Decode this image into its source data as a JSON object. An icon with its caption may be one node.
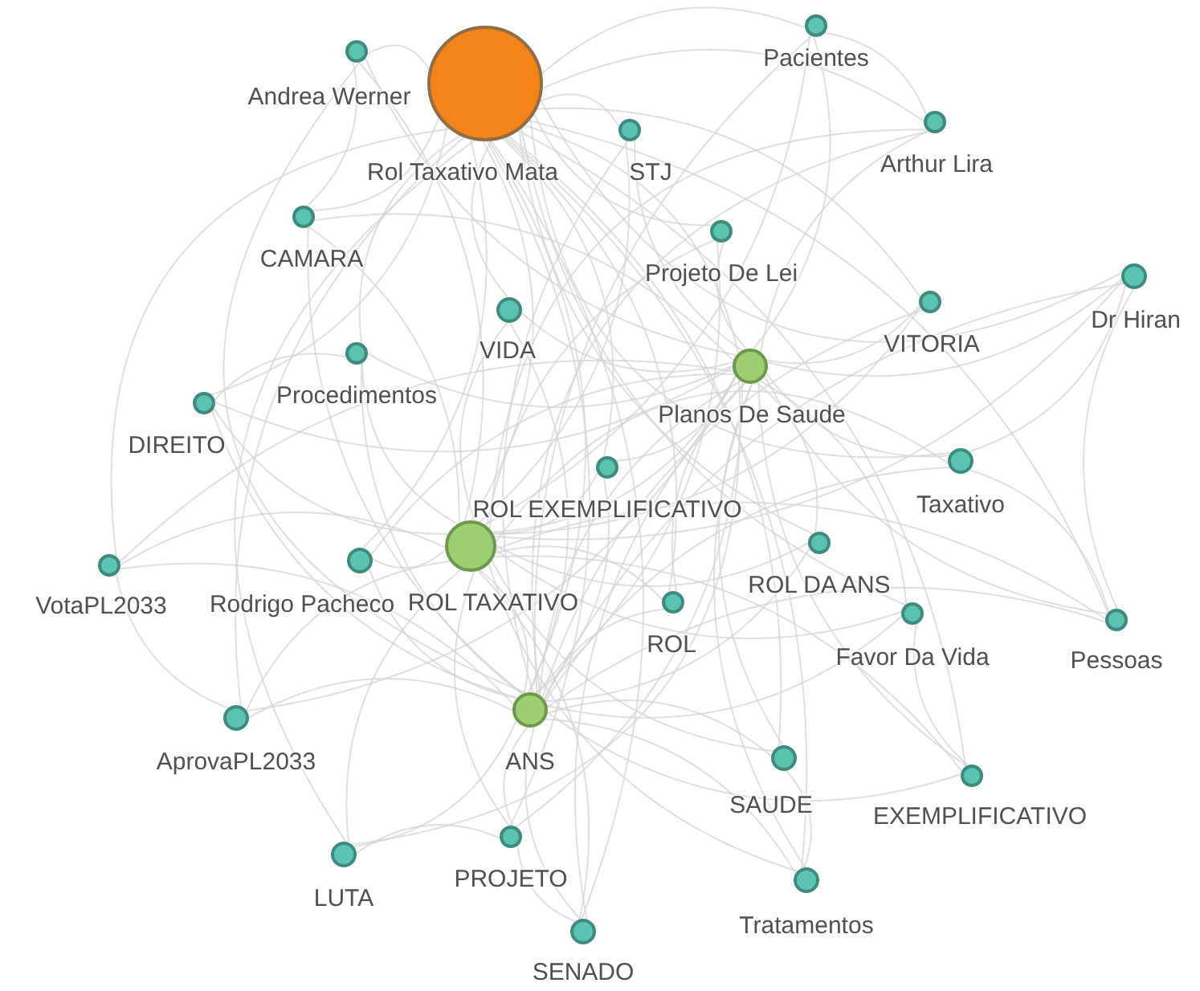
{
  "diagram": {
    "nodes": [
      {
        "text": [
          "Pacientes"
        ]
      },
      {
        "text": [
          "Andrea Werner"
        ]
      },
      {
        "text": [
          "Rol Taxativo Mata"
        ]
      },
      {
        "text": [
          "STJ"
        ]
      },
      {
        "text": [
          "Arthur Lira"
        ]
      },
      {
        "text": [
          "CAMARA"
        ]
      },
      {
        "text": [
          "Projeto De Lei"
        ]
      },
      {
        "text": [
          "Dr Hiran"
        ]
      },
      {
        "text": [
          "VIDA"
        ]
      },
      {
        "text": [
          "VITORIA"
        ]
      },
      {
        "text": [
          "Procedimentos"
        ]
      },
      {
        "text": [
          "Planos De Saude"
        ]
      },
      {
        "text": [
          "DIREITO"
        ]
      },
      {
        "text": [
          "ROL EXEMPLIFICATIVO"
        ]
      },
      {
        "text": [
          "Taxativo"
        ]
      },
      {
        "text": [
          "ROL TAXATIVO"
        ]
      },
      {
        "text": [
          "VotaPL2033"
        ]
      },
      {
        "text": [
          "Rodrigo Pacheco"
        ]
      },
      {
        "text": [
          "ROL DA ANS"
        ]
      },
      {
        "text": [
          "ROL"
        ]
      },
      {
        "text": [
          "Favor Da Vida"
        ]
      },
      {
        "text": [
          "Pessoas"
        ]
      },
      {
        "text": [
          "AprovaPL2033"
        ]
      },
      {
        "text": [
          "ANS"
        ]
      },
      {
        "text": [
          "SAUDE"
        ]
      },
      {
        "text": [
          "EXEMPLIFICATIVO"
        ]
      },
      {
        "text": [
          "LUTA"
        ]
      },
      {
        "text": [
          "PROJETO"
        ]
      },
      {
        "text": [
          "Tratamentos"
        ]
      },
      {
        "text": [
          "SENADO"
        ]
      }
    ],
    "edges": [
      {
        "from": 2,
        "to": 0,
        "arrow": "none"
      },
      {
        "from": 2,
        "to": 1,
        "arrow": "none"
      },
      {
        "from": 2,
        "to": 3,
        "arrow": "none"
      },
      {
        "from": 2,
        "to": 4,
        "arrow": "none"
      },
      {
        "from": 2,
        "to": 5,
        "arrow": "none"
      },
      {
        "from": 2,
        "to": 6,
        "arrow": "none"
      },
      {
        "from": 2,
        "to": 7,
        "arrow": "none"
      },
      {
        "from": 2,
        "to": 8,
        "arrow": "none"
      },
      {
        "from": 2,
        "to": 9,
        "arrow": "none"
      },
      {
        "from": 2,
        "to": 10,
        "arrow": "none"
      },
      {
        "from": 2,
        "to": 11,
        "arrow": "none"
      },
      {
        "from": 2,
        "to": 12,
        "arrow": "none"
      },
      {
        "from": 2,
        "to": 13,
        "arrow": "none"
      },
      {
        "from": 2,
        "to": 14,
        "arrow": "none"
      },
      {
        "from": 2,
        "to": 15,
        "arrow": "none"
      },
      {
        "from": 2,
        "to": 16,
        "arrow": "none"
      },
      {
        "from": 2,
        "to": 17,
        "arrow": "none"
      },
      {
        "from": 2,
        "to": 18,
        "arrow": "none"
      },
      {
        "from": 2,
        "to": 19,
        "arrow": "none"
      },
      {
        "from": 2,
        "to": 20,
        "arrow": "none"
      },
      {
        "from": 2,
        "to": 21,
        "arrow": "none"
      },
      {
        "from": 2,
        "to": 22,
        "arrow": "none"
      },
      {
        "from": 2,
        "to": 23,
        "arrow": "none"
      },
      {
        "from": 2,
        "to": 24,
        "arrow": "none"
      },
      {
        "from": 2,
        "to": 25,
        "arrow": "none"
      },
      {
        "from": 2,
        "to": 26,
        "arrow": "none"
      },
      {
        "from": 2,
        "to": 27,
        "arrow": "none"
      },
      {
        "from": 2,
        "to": 28,
        "arrow": "none"
      },
      {
        "from": 2,
        "to": 29,
        "arrow": "none"
      },
      {
        "from": 15,
        "to": 0,
        "arrow": "none"
      },
      {
        "from": 15,
        "to": 1,
        "arrow": "none"
      },
      {
        "from": 15,
        "to": 3,
        "arrow": "none"
      },
      {
        "from": 15,
        "to": 4,
        "arrow": "none"
      },
      {
        "from": 15,
        "to": 5,
        "arrow": "none"
      },
      {
        "from": 15,
        "to": 6,
        "arrow": "none"
      },
      {
        "from": 15,
        "to": 7,
        "arrow": "none"
      },
      {
        "from": 15,
        "to": 8,
        "arrow": "none"
      },
      {
        "from": 15,
        "to": 9,
        "arrow": "none"
      },
      {
        "from": 15,
        "to": 10,
        "arrow": "none"
      },
      {
        "from": 15,
        "to": 11,
        "arrow": "none"
      },
      {
        "from": 15,
        "to": 12,
        "arrow": "none"
      },
      {
        "from": 15,
        "to": 13,
        "arrow": "none"
      },
      {
        "from": 15,
        "to": 14,
        "arrow": "none"
      },
      {
        "from": 15,
        "to": 16,
        "arrow": "none"
      },
      {
        "from": 15,
        "to": 17,
        "arrow": "none"
      },
      {
        "from": 15,
        "to": 18,
        "arrow": "none"
      },
      {
        "from": 15,
        "to": 19,
        "arrow": "none"
      },
      {
        "from": 15,
        "to": 20,
        "arrow": "none"
      },
      {
        "from": 15,
        "to": 21,
        "arrow": "none"
      },
      {
        "from": 15,
        "to": 22,
        "arrow": "none"
      },
      {
        "from": 15,
        "to": 23,
        "arrow": "none"
      },
      {
        "from": 15,
        "to": 24,
        "arrow": "none"
      },
      {
        "from": 15,
        "to": 25,
        "arrow": "none"
      },
      {
        "from": 15,
        "to": 26,
        "arrow": "none"
      },
      {
        "from": 15,
        "to": 27,
        "arrow": "none"
      },
      {
        "from": 15,
        "to": 28,
        "arrow": "none"
      },
      {
        "from": 15,
        "to": 29,
        "arrow": "none"
      },
      {
        "from": 11,
        "to": 0,
        "arrow": "none"
      },
      {
        "from": 11,
        "to": 1,
        "arrow": "none"
      },
      {
        "from": 11,
        "to": 3,
        "arrow": "none"
      },
      {
        "from": 11,
        "to": 4,
        "arrow": "none"
      },
      {
        "from": 11,
        "to": 5,
        "arrow": "none"
      },
      {
        "from": 11,
        "to": 6,
        "arrow": "none"
      },
      {
        "from": 11,
        "to": 7,
        "arrow": "none"
      },
      {
        "from": 11,
        "to": 8,
        "arrow": "none"
      },
      {
        "from": 11,
        "to": 9,
        "arrow": "none"
      },
      {
        "from": 11,
        "to": 10,
        "arrow": "none"
      },
      {
        "from": 11,
        "to": 12,
        "arrow": "none"
      },
      {
        "from": 11,
        "to": 13,
        "arrow": "none"
      },
      {
        "from": 11,
        "to": 14,
        "arrow": "none"
      },
      {
        "from": 11,
        "to": 16,
        "arrow": "none"
      },
      {
        "from": 11,
        "to": 17,
        "arrow": "none"
      },
      {
        "from": 11,
        "to": 18,
        "arrow": "none"
      },
      {
        "from": 11,
        "to": 19,
        "arrow": "none"
      },
      {
        "from": 11,
        "to": 20,
        "arrow": "none"
      },
      {
        "from": 11,
        "to": 21,
        "arrow": "none"
      },
      {
        "from": 11,
        "to": 22,
        "arrow": "none"
      },
      {
        "from": 11,
        "to": 23,
        "arrow": "none"
      },
      {
        "from": 11,
        "to": 24,
        "arrow": "none"
      },
      {
        "from": 11,
        "to": 25,
        "arrow": "none"
      },
      {
        "from": 11,
        "to": 26,
        "arrow": "none"
      },
      {
        "from": 11,
        "to": 27,
        "arrow": "none"
      },
      {
        "from": 11,
        "to": 28,
        "arrow": "none"
      },
      {
        "from": 11,
        "to": 29,
        "arrow": "none"
      },
      {
        "from": 23,
        "to": 0,
        "arrow": "none"
      },
      {
        "from": 23,
        "to": 1,
        "arrow": "none"
      },
      {
        "from": 23,
        "to": 3,
        "arrow": "none"
      },
      {
        "from": 23,
        "to": 4,
        "arrow": "none"
      },
      {
        "from": 23,
        "to": 5,
        "arrow": "none"
      },
      {
        "from": 23,
        "to": 6,
        "arrow": "none"
      },
      {
        "from": 23,
        "to": 7,
        "arrow": "none"
      },
      {
        "from": 23,
        "to": 8,
        "arrow": "none"
      },
      {
        "from": 23,
        "to": 9,
        "arrow": "none"
      },
      {
        "from": 23,
        "to": 10,
        "arrow": "none"
      },
      {
        "from": 23,
        "to": 12,
        "arrow": "none"
      },
      {
        "from": 23,
        "to": 13,
        "arrow": "none"
      },
      {
        "from": 23,
        "to": 14,
        "arrow": "none"
      },
      {
        "from": 23,
        "to": 16,
        "arrow": "none"
      },
      {
        "from": 23,
        "to": 17,
        "arrow": "none"
      },
      {
        "from": 23,
        "to": 18,
        "arrow": "none"
      },
      {
        "from": 23,
        "to": 19,
        "arrow": "none"
      },
      {
        "from": 23,
        "to": 20,
        "arrow": "none"
      },
      {
        "from": 23,
        "to": 21,
        "arrow": "none"
      },
      {
        "from": 23,
        "to": 22,
        "arrow": "none"
      },
      {
        "from": 23,
        "to": 24,
        "arrow": "none"
      },
      {
        "from": 23,
        "to": 25,
        "arrow": "none"
      },
      {
        "from": 23,
        "to": 26,
        "arrow": "none"
      },
      {
        "from": 23,
        "to": 27,
        "arrow": "none"
      },
      {
        "from": 23,
        "to": 28,
        "arrow": "none"
      },
      {
        "from": 23,
        "to": 29,
        "arrow": "none"
      },
      {
        "from": 0,
        "to": 4,
        "arrow": "none"
      },
      {
        "from": 7,
        "to": 21,
        "arrow": "none"
      },
      {
        "from": 14,
        "to": 21,
        "arrow": "none"
      },
      {
        "from": 14,
        "to": 7,
        "arrow": "none"
      },
      {
        "from": 25,
        "to": 20,
        "arrow": "none"
      },
      {
        "from": 16,
        "to": 22,
        "arrow": "none"
      },
      {
        "from": 26,
        "to": 27,
        "arrow": "none"
      },
      {
        "from": 28,
        "to": 24,
        "arrow": "none"
      },
      {
        "from": 29,
        "to": 27,
        "arrow": "none"
      },
      {
        "from": 5,
        "to": 1,
        "arrow": "none"
      },
      {
        "from": 12,
        "to": 10,
        "arrow": "none"
      }
    ]
  }
}
